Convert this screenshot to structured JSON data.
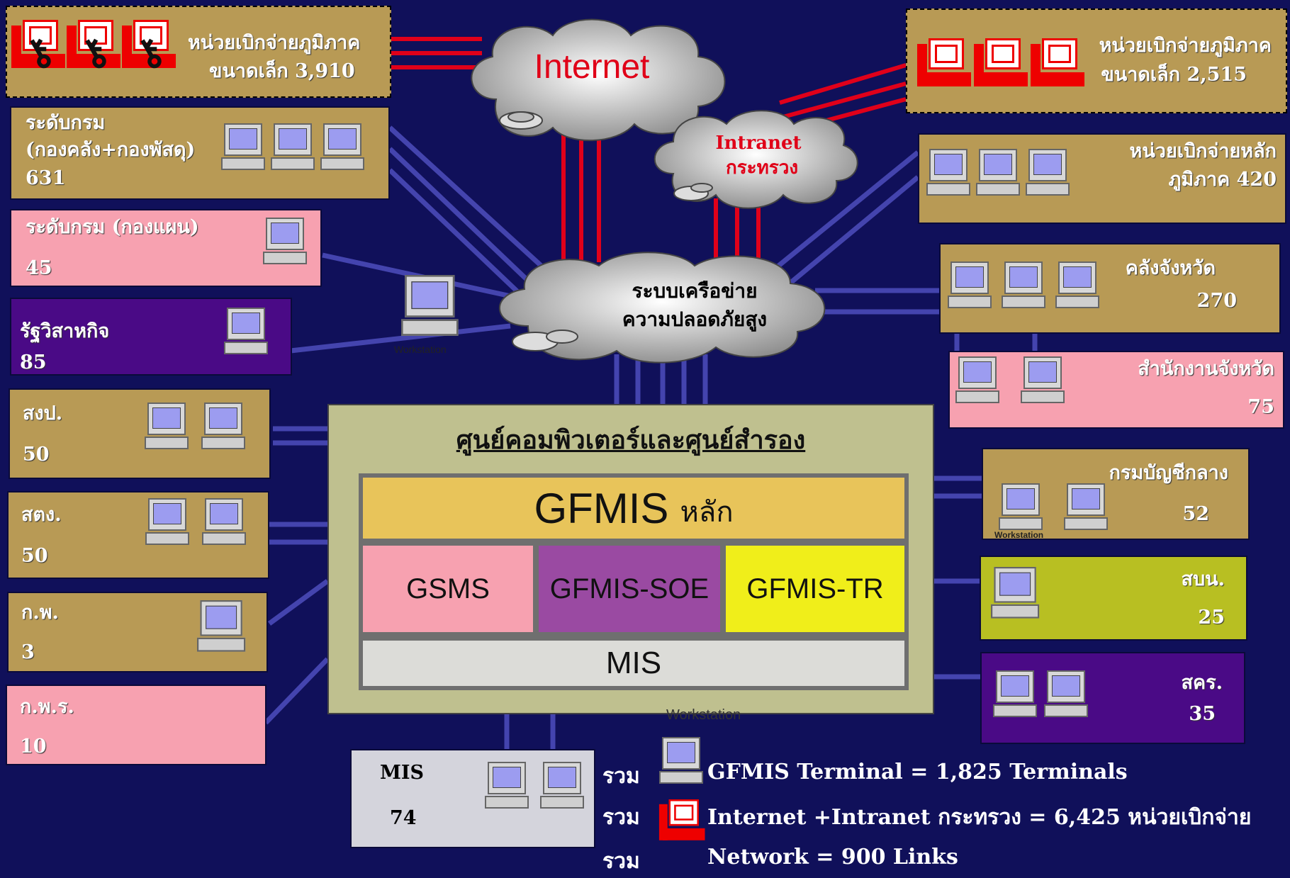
{
  "top_left": {
    "line1": "หน่วยเบิกจ่ายภูมิภาค",
    "line2": "ขนาดเล็ก  3,910"
  },
  "top_right": {
    "line1": "หน่วยเบิกจ่ายภูมิภาค",
    "line2": "ขนาดเล็ก 2,515"
  },
  "clouds": {
    "internet": "Internet",
    "intranet_line1": "Intranet",
    "intranet_line2": "กระทรวง",
    "secure_line1": "ระบบเครือข่าย",
    "secure_line2": "ความปลอดภัยสูง"
  },
  "left_units": [
    {
      "line1": "ระดับกรม",
      "line2": "(กองคลัง+กองพัสดุ)",
      "count": "631"
    },
    {
      "line1": "ระดับกรม (กองแผน)",
      "count": "45"
    },
    {
      "line1": "รัฐวิสาหกิจ",
      "count": "85"
    },
    {
      "line1": "สงป.",
      "count": "50"
    },
    {
      "line1": "สตง.",
      "count": "50"
    },
    {
      "line1": "ก.พ.",
      "count": "3"
    },
    {
      "line1": "ก.พ.ร.",
      "count": "10"
    }
  ],
  "right_units": [
    {
      "line1": "หน่วยเบิกจ่ายหลัก",
      "line2": "ภูมิภาค 420"
    },
    {
      "line1": "คลังจังหวัด",
      "count": "270"
    },
    {
      "line1": "สำนักงานจังหวัด",
      "count": "75"
    },
    {
      "line1": "กรมบัญชีกลาง",
      "count": "52"
    },
    {
      "line1": "สบน.",
      "count": "25"
    },
    {
      "line1": "สคร.",
      "count": "35"
    }
  ],
  "workstation_label": "Workstation",
  "center": {
    "title": "ศูนย์คอมพิวเตอร์และศูนย์สำรอง",
    "main": "GFMIS",
    "main_suffix": "หลัก",
    "gsms": "GSMS",
    "soe": "GFMIS-SOE",
    "tr": "GFMIS-TR",
    "mis": "MIS"
  },
  "mis_box": {
    "label": "MIS",
    "count": "74"
  },
  "legend": [
    {
      "prefix": "รวม",
      "text": "GFMIS Terminal = 1,825 Terminals"
    },
    {
      "prefix": "รวม",
      "text": "Internet +Intranet กระทรวง  = 6,425 หน่วยเบิกจ่าย"
    },
    {
      "prefix": "รวม",
      "text": "Network = 900 Links"
    }
  ],
  "colors": {
    "background": "#10105a",
    "red_link": "#e0001a",
    "blue_link": "#4a4ab8",
    "tan": "#b89a55",
    "pink": "#f7a1b0",
    "purple": "#4a0a86",
    "olive": "#b8bf22"
  }
}
